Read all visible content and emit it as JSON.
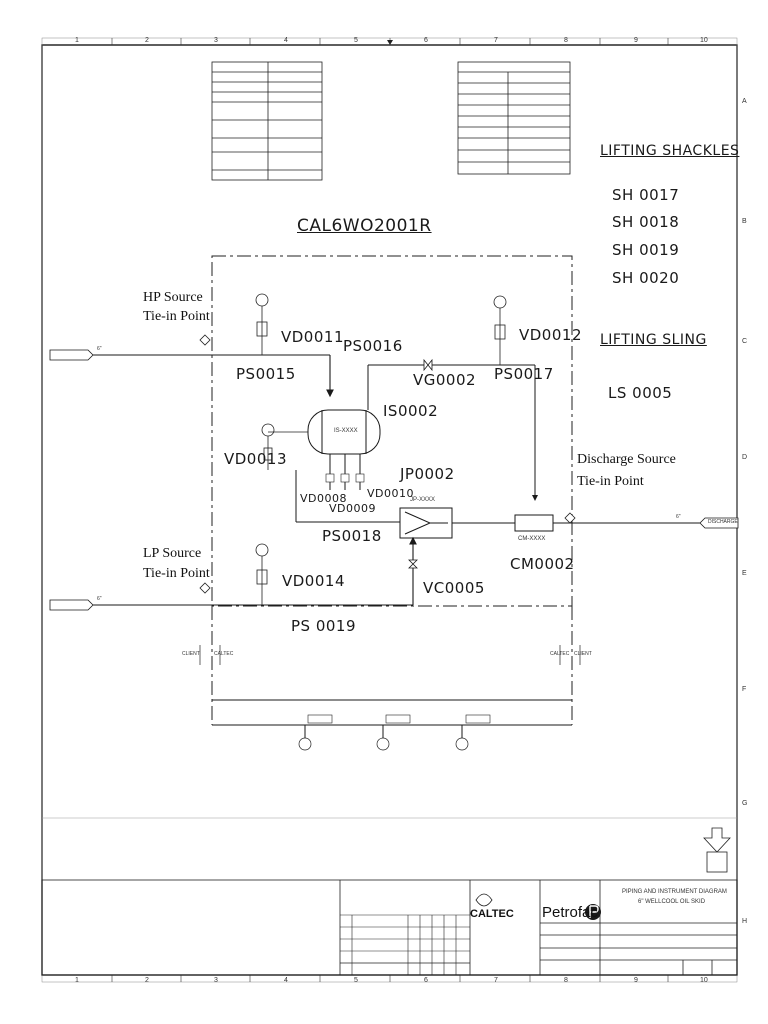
{
  "column_numbers": [
    "1",
    "2",
    "3",
    "4",
    "5",
    "6",
    "7",
    "8",
    "9",
    "10"
  ],
  "row_letters": [
    "A",
    "B",
    "C",
    "D",
    "E",
    "F",
    "G",
    "H"
  ],
  "skid_tag": "CAL6WO2001R",
  "lifting_shackles": {
    "title": "LIFTING SHACKLES",
    "items": [
      "SH 0017",
      "SH 0018",
      "SH 0019",
      "SH 0020"
    ]
  },
  "lifting_sling": {
    "title": "LIFTING SLING",
    "item": "LS 0005"
  },
  "tie_in_labels": {
    "hp": [
      "HP Source",
      "Tie-in Point"
    ],
    "lp": [
      "LP Source",
      "Tie-in Point"
    ],
    "discharge": [
      "Discharge Source",
      "Tie-in Point"
    ]
  },
  "line_tags": {
    "ps0015": "PS0015",
    "ps0016": "PS0016",
    "ps0017": "PS0017",
    "ps0018": "PS0018",
    "ps0019": "PS 0019"
  },
  "valve_tags": {
    "vd0011": "VD0011",
    "vd0012": "VD0012",
    "vd0013": "VD0013",
    "vd0014": "VD0014",
    "vd0008": "VD0008",
    "vd0009": "VD0009",
    "vd0010": "VD0010",
    "vg0002": "VG0002",
    "vc0005": "VC0005"
  },
  "equipment_tags": {
    "is0002": "IS0002",
    "jp0002": "JP0002",
    "cm0002": "CM0002"
  },
  "equipment_labels": {
    "separator": "IS-XXXX",
    "jet_pump": "JP-XXXX",
    "mixer": "CM-XXXX"
  },
  "flow_labels": {
    "hp_flow": "",
    "lp_flow": "",
    "discharge": "DISCHARGE"
  },
  "pipe_sizes": {
    "hp_inlet": "6\"",
    "lp_inlet": "6\"",
    "discharge": "6\""
  },
  "small_labels": {
    "client_left": "CLIENT",
    "caltec_left": "CALTEC",
    "caltec_right": "CALTEC",
    "client_right": "CLIENT",
    "drain": "",
    "bv_1": "",
    "bv_2": "",
    "bv_3": ""
  },
  "header_tables": {
    "design_data": {
      "rows": [
        [
          "",
          ""
        ],
        [
          "",
          ""
        ],
        [
          "",
          ""
        ],
        [
          "",
          ""
        ],
        [
          "",
          ""
        ],
        [
          "",
          ""
        ],
        [
          "",
          ""
        ],
        [
          "",
          ""
        ]
      ]
    },
    "design_spec": {
      "title": "",
      "rows": [
        [
          "",
          ""
        ],
        [
          "",
          ""
        ],
        [
          "",
          ""
        ],
        [
          "",
          ""
        ],
        [
          "",
          ""
        ],
        [
          "",
          ""
        ],
        [
          "",
          ""
        ],
        [
          "",
          ""
        ]
      ]
    }
  },
  "title_block": {
    "company": "Petrofac",
    "caltec_logo": "CALTEC",
    "drawing_title": [
      "PIPING AND INSTRUMENT DIAGRAM",
      "6\" WELLCOOL OIL SKID"
    ],
    "drawing_number": "",
    "sheet": "",
    "revision": "",
    "client": "",
    "scale": ""
  },
  "side_annotations": {
    "internal_revision": ""
  },
  "colors": {
    "line": "#1a1a1a",
    "paper": "#ffffff",
    "dash": "#222222"
  }
}
